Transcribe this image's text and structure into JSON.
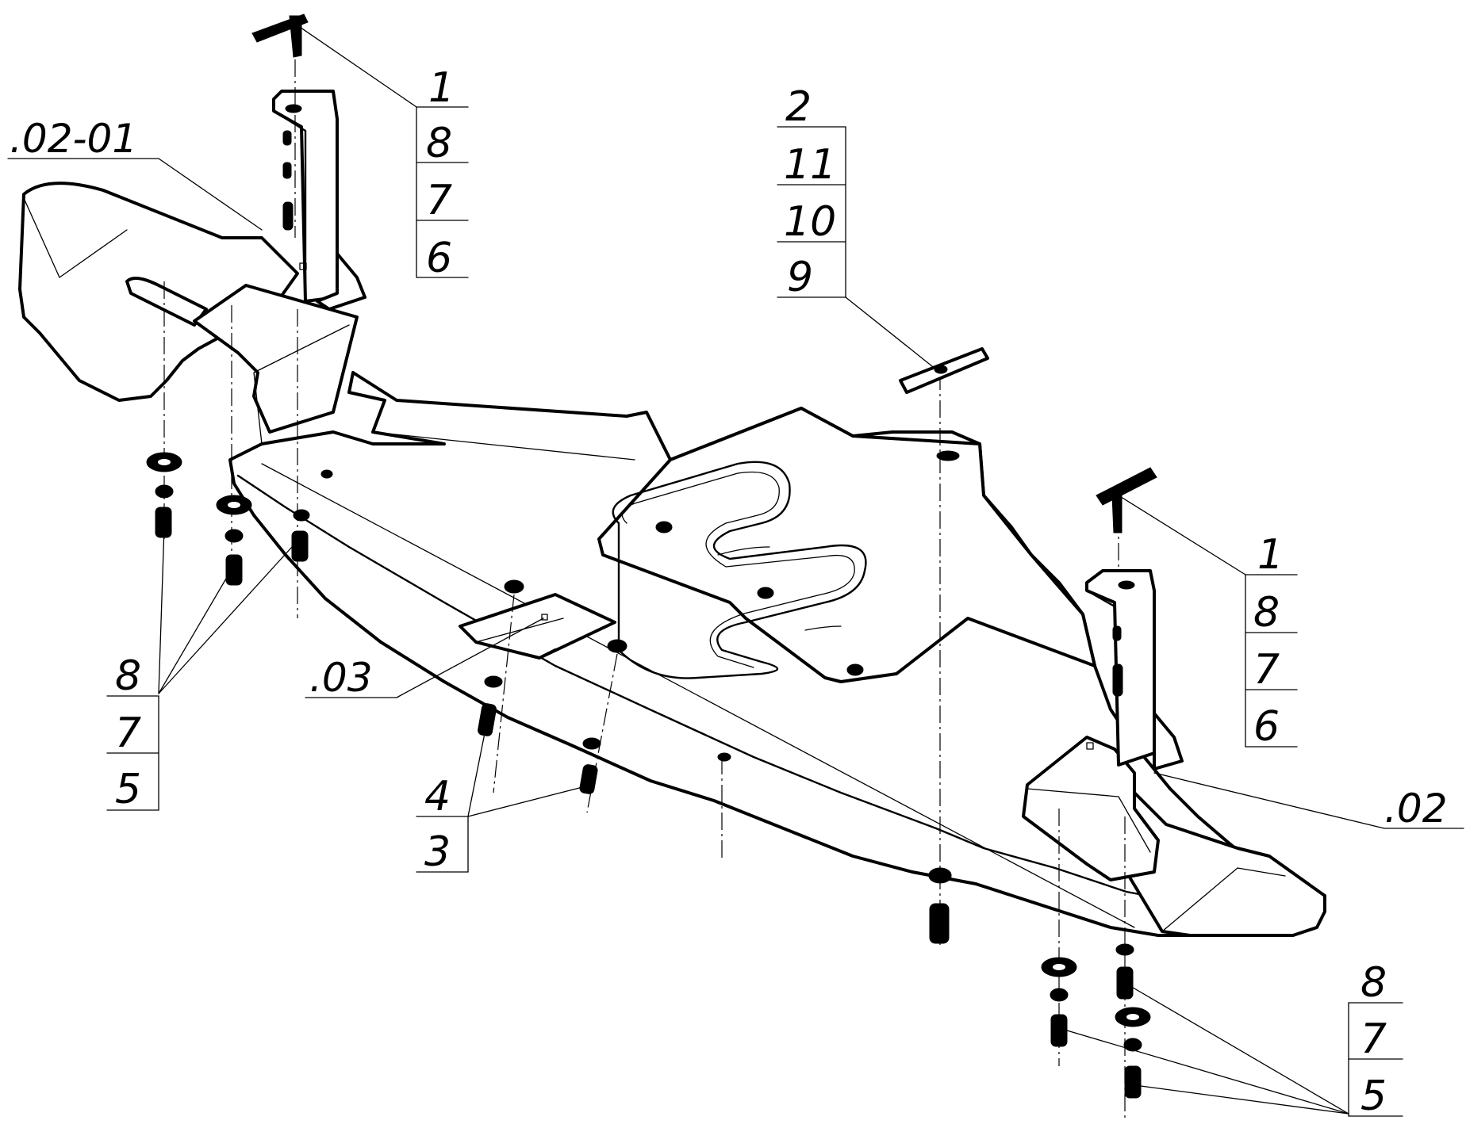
{
  "callouts": {
    "top_left_stack": [
      "1",
      "8",
      "7",
      "6"
    ],
    "top_middle_stack": [
      "2",
      "11",
      "10",
      "9"
    ],
    "right_stack": [
      "1",
      "8",
      "7",
      "6"
    ],
    "left_bottom_stack": [
      "8",
      "7",
      "5"
    ],
    "center_bottom_stack": [
      "4",
      "3"
    ],
    "bottom_right_stack": [
      "8",
      "7",
      "5"
    ],
    "part_02_01": ".02-01",
    "part_03": ".03",
    "part_02": ".02"
  },
  "colors": {
    "ink": "#000000",
    "paper": "#ffffff"
  }
}
